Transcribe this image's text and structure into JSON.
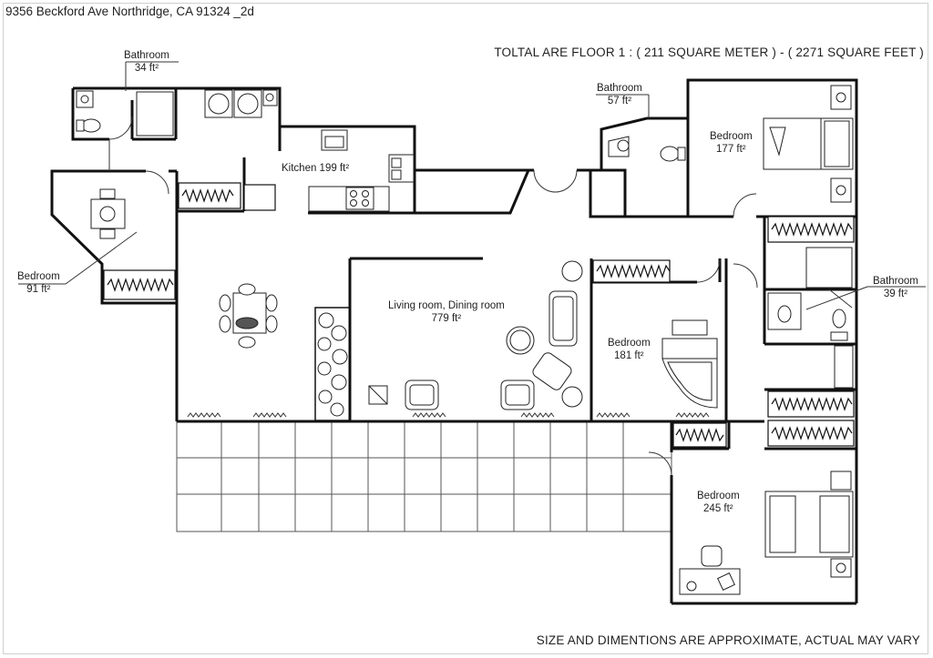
{
  "header": {
    "address": "9356 Beckford Ave Northridge, CA 91324 _2d",
    "total_area": "TOLTAL ARE FLOOR 1 : ( 211 SQUARE METER ) - ( 2271 SQUARE FEET )"
  },
  "footer": {
    "disclaimer": "SIZE AND DIMENTIONS ARE APPROXIMATE, ACTUAL MAY VARY"
  },
  "rooms": [
    {
      "id": "bathroom-1",
      "name": "Bathroom",
      "area": "34 ft²"
    },
    {
      "id": "kitchen",
      "name": "Kitchen 199 ft²",
      "area": ""
    },
    {
      "id": "bathroom-2",
      "name": "Bathroom",
      "area": "57 ft²"
    },
    {
      "id": "bedroom-1",
      "name": "Bedroom",
      "area": "177 ft²"
    },
    {
      "id": "bedroom-2",
      "name": "Bedroom",
      "area": "91 ft²"
    },
    {
      "id": "living-dining",
      "name": "Living room, Dining room",
      "area": "779 ft²"
    },
    {
      "id": "bedroom-3",
      "name": "Bedroom",
      "area": "181 ft²"
    },
    {
      "id": "bathroom-3",
      "name": "Bathroom",
      "area": "39 ft²"
    },
    {
      "id": "bedroom-4",
      "name": "Bedroom",
      "area": "245 ft²"
    }
  ],
  "colors": {
    "wall": "#111111",
    "line": "#333333",
    "text": "#222222",
    "patio_grid": "#555555"
  }
}
